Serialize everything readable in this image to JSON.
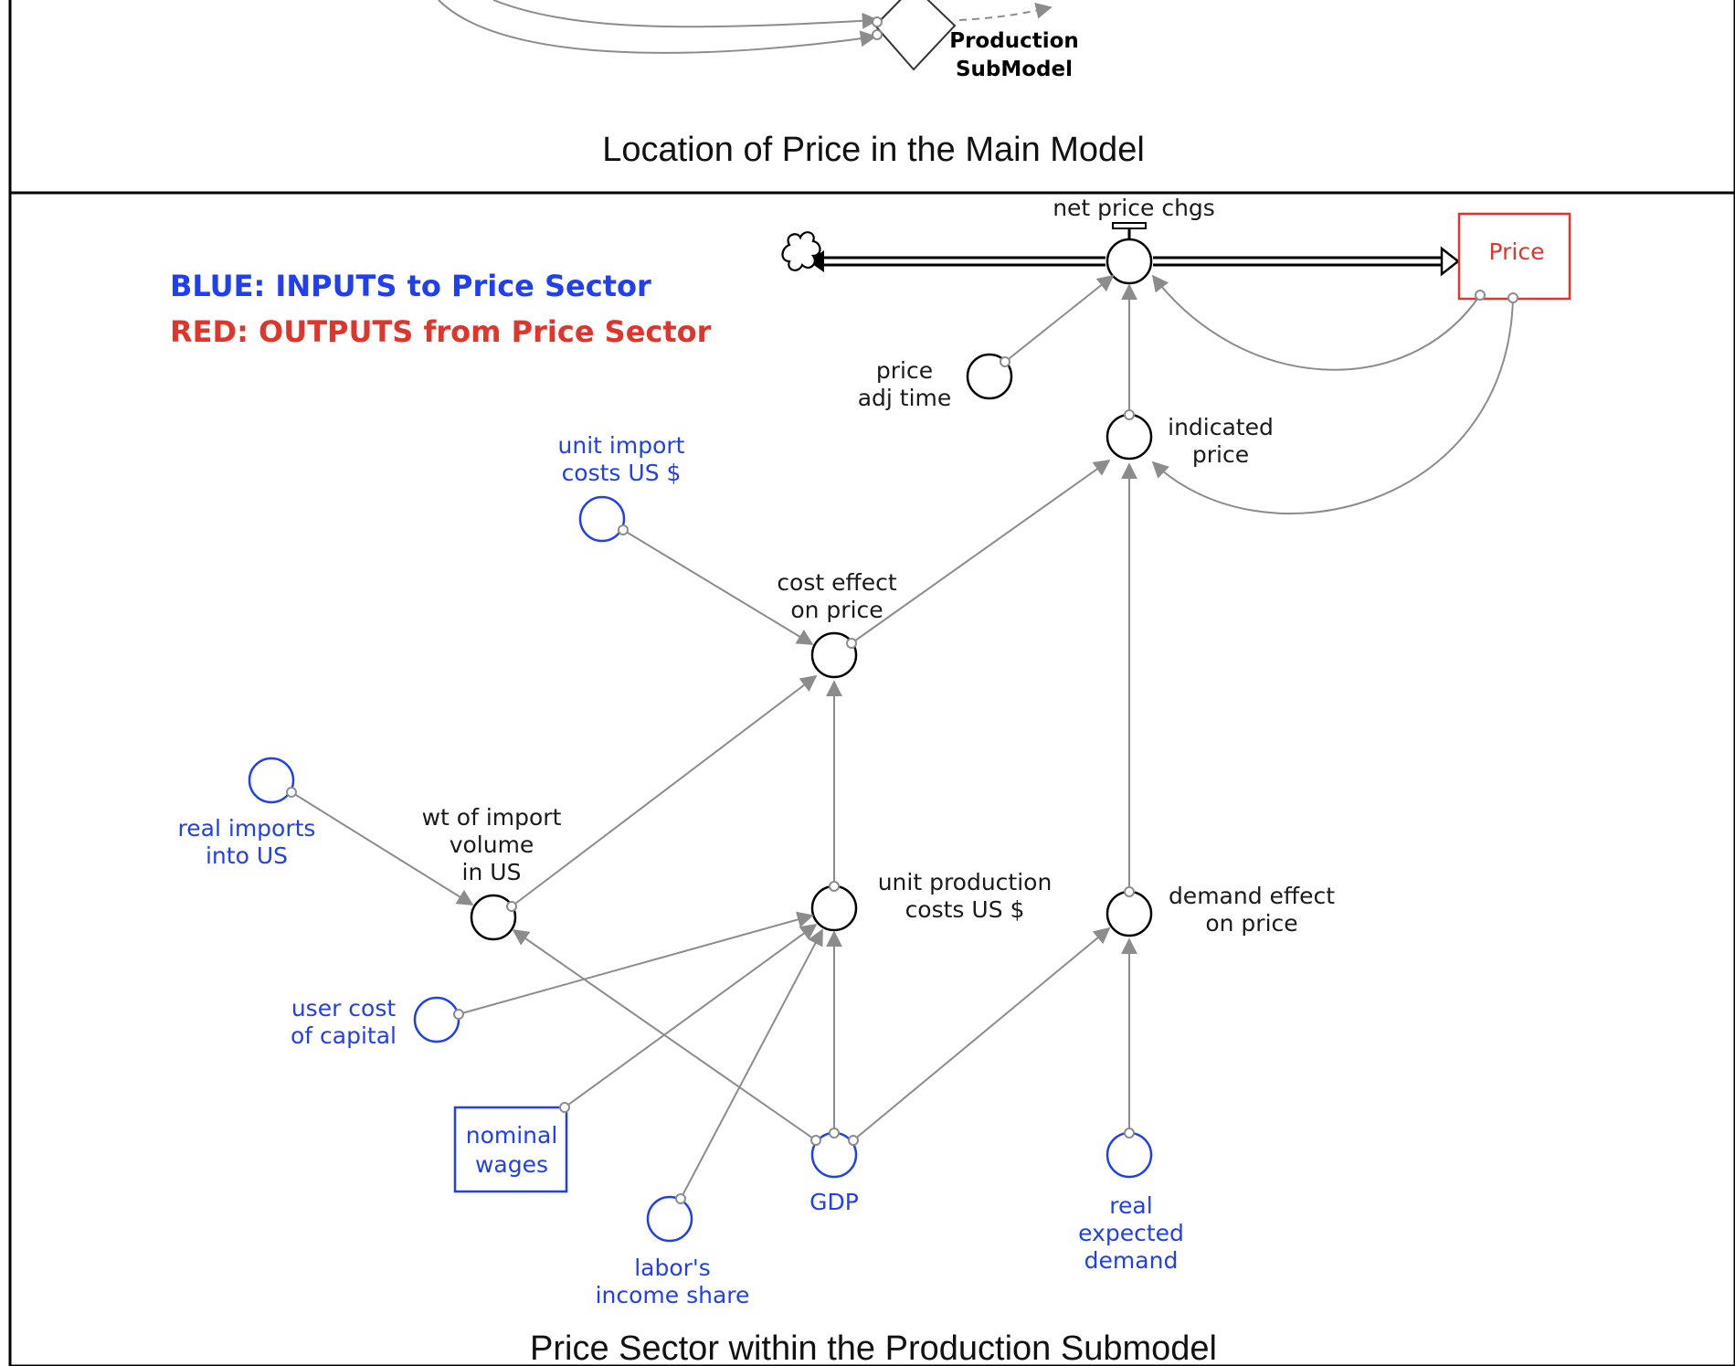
{
  "top_panel": {
    "submodel_label_line1": "Production",
    "submodel_label_line2": "SubModel",
    "caption": "Location of Price in the Main Model"
  },
  "bottom_panel": {
    "legend": {
      "inputs": "BLUE: INPUTS to Price Sector",
      "outputs": "RED: OUTPUTS from Price Sector"
    },
    "nodes": {
      "net_price_chgs": "net price chgs",
      "price": "Price",
      "price_adj_time": [
        "price",
        "adj time"
      ],
      "indicated_price": [
        "indicated",
        "price"
      ],
      "unit_import_costs": [
        "unit import",
        "costs US $"
      ],
      "cost_effect_on_price": [
        "cost effect",
        "on price"
      ],
      "real_imports_into_us": [
        "real imports",
        "into US"
      ],
      "wt_of_import_volume": [
        "wt of import",
        "volume",
        "in US"
      ],
      "unit_production_costs": [
        "unit production",
        "costs US $"
      ],
      "demand_effect_on_price": [
        "demand effect",
        "on price"
      ],
      "user_cost_of_capital": [
        "user cost",
        "of capital"
      ],
      "nominal_wages": [
        "nominal",
        "wages"
      ],
      "gdp": "GDP",
      "real_expected_demand": [
        "real",
        "expected",
        "demand"
      ],
      "labors_income_share": [
        "labor's",
        "income share"
      ]
    },
    "caption": "Price Sector within the Production Submodel"
  },
  "colors": {
    "input": "#1f3ff0",
    "output": "#e0352a",
    "internal": "#1a1a1a",
    "link": "#8c8c8c"
  }
}
